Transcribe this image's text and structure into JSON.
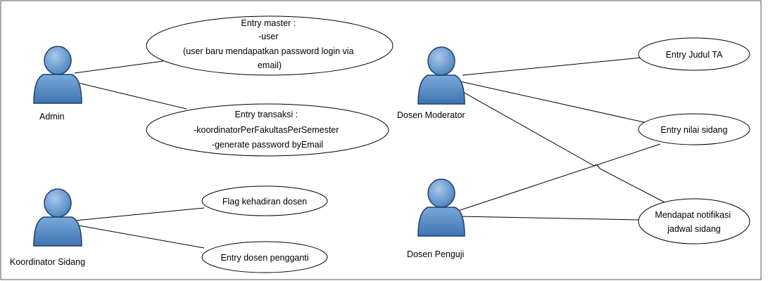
{
  "diagram": {
    "border_color": "#555555",
    "actor_fill": "#5b8fc7",
    "actor_stroke": "#1f3f66",
    "actor_highlight": "#9cc0e6",
    "actors": {
      "admin": "Admin",
      "koordinator": "Koordinator Sidang",
      "moderator": "Dosen Moderator",
      "penguji": "Dosen Penguji"
    },
    "use_cases": {
      "entry_master": [
        "Entry master :",
        "-user",
        "(user baru mendapatkan password login via",
        "email)"
      ],
      "entry_transaksi": [
        "Entry transaksi :",
        "-koordinatorPerFakultasPerSemester",
        "-generate password byEmail"
      ],
      "flag_kehadiran": [
        "Flag kehadiran dosen"
      ],
      "entry_dosen_pengganti": [
        "Entry dosen pengganti"
      ],
      "entry_judul_ta": [
        "Entry Judul TA"
      ],
      "entry_nilai_sidang": [
        "Entry nilai sidang"
      ],
      "notifikasi_jadwal": [
        "Mendapat notifikasi",
        "jadwal sidang"
      ]
    }
  }
}
